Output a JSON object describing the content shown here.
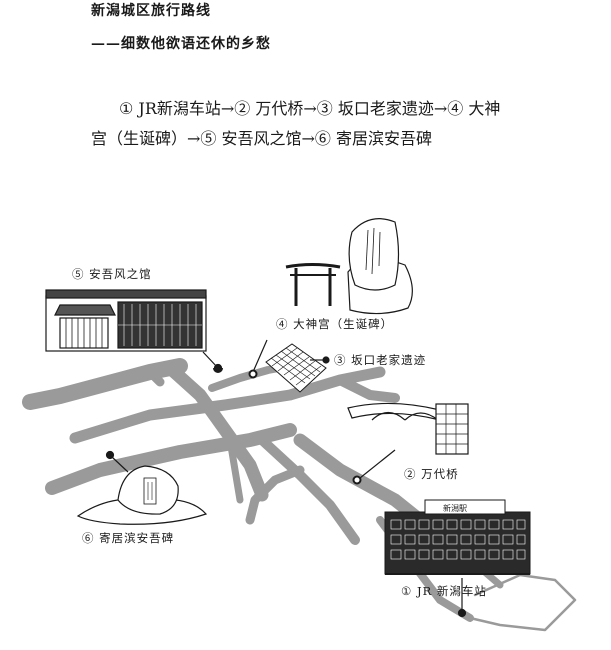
{
  "header": {
    "title": "新潟城区旅行路线",
    "subtitle": "——细数他欲语还休的乡愁"
  },
  "route": {
    "text": "① JR新潟车站→② 万代桥→③ 坂口老家遗迹→④ 大神宫（生诞碑）→⑤ 安吾风之馆→⑥ 寄居滨安吾碑"
  },
  "map": {
    "labels": {
      "l5": "⑤  安吾风之馆",
      "l4": "④ 大神宫（生诞碑）",
      "l3": "③  坂口老家遗迹",
      "l2": "②  万代桥",
      "l6": "⑥  寄居滨安吾碑",
      "l1": "①  JR  新潟车站"
    },
    "station_sign": "新潟駅",
    "road_color": "#9a9a9a",
    "ink_color": "#1a1a1a"
  }
}
